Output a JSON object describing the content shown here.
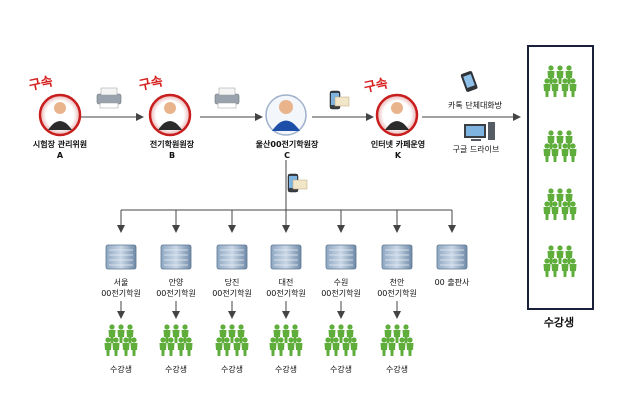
{
  "people": [
    {
      "name": "시험장 관리위원",
      "code": "A",
      "stamp": "구속"
    },
    {
      "name": "전기학원원장",
      "code": "B",
      "stamp": "구속"
    },
    {
      "name": "울산00전기학원장",
      "code": "C"
    },
    {
      "name": "인터넷 카페운영",
      "code": "K",
      "stamp": "구속"
    }
  ],
  "channels": {
    "group_chat": "카톡 단체대화방",
    "drive": "구글 드라이브"
  },
  "branches": [
    {
      "name": "서울",
      "sub": "00전기학원",
      "students": "수강생"
    },
    {
      "name": "안양",
      "sub": "00전기학원",
      "students": "수강생"
    },
    {
      "name": "당진",
      "sub": "00전기학원",
      "students": "수강생"
    },
    {
      "name": "대전",
      "sub": "00전기학원",
      "students": "수강생"
    },
    {
      "name": "수원",
      "sub": "00전기학원",
      "students": "수강생"
    },
    {
      "name": "천안",
      "sub": "00전기학원",
      "students": "수강생"
    },
    {
      "name": "00 출판사",
      "sub": ""
    }
  ],
  "online_students": "수강생",
  "colors": {
    "stamp": "#d62020",
    "person_ring": "#c81e1e",
    "person_ring_c": "#1e4fa8",
    "student": "#5fae3c",
    "server": "#6a88a8"
  }
}
